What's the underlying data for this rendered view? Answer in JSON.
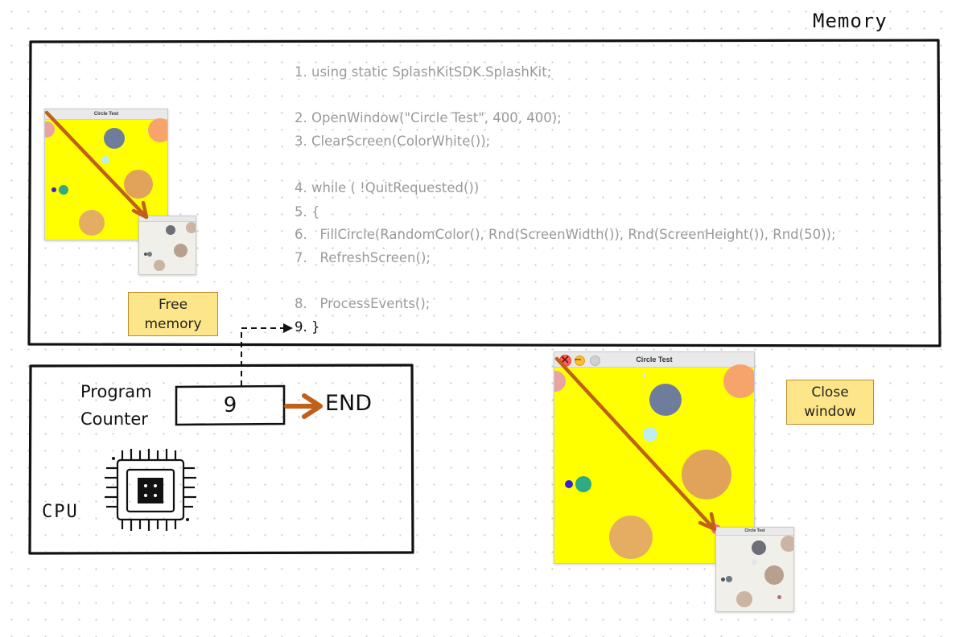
{
  "memory": {
    "title": "Memory",
    "code_lines": [
      "1. using static SplashKitSDK.SplashKit;",
      "2. OpenWindow(\"Circle Test\", 400, 400);",
      "3. ClearScreen(ColorWhite());",
      "4. while ( !QuitRequested())",
      "5. {",
      "6.   FillCircle(RandomColor(), Rnd(ScreenWidth()), Rnd(ScreenHeight()), Rnd(50));",
      "7.   RefreshScreen();",
      "8.   ProcessEvents();",
      "9. }"
    ],
    "free_memory_note": [
      "Free",
      "memory"
    ],
    "mini_window_title": "Circle Test"
  },
  "cpu": {
    "label": "CPU",
    "program_counter_label": [
      "Program",
      "Counter"
    ],
    "program_counter_value": "9",
    "end_label": "END",
    "chip_icon": "cpu-chip-icon"
  },
  "window": {
    "title": "Circle Test",
    "close_note": [
      "Close",
      "window"
    ],
    "small_window_title": "Circle Test"
  },
  "colors": {
    "canvas_yellow": "#ffff00",
    "arrow_orange": "#c0601a",
    "note_fill": "#fde68a",
    "code_gray": "#9a9a9a",
    "close_red": "#ff5f57",
    "minimize_yellow": "#febc2e"
  }
}
